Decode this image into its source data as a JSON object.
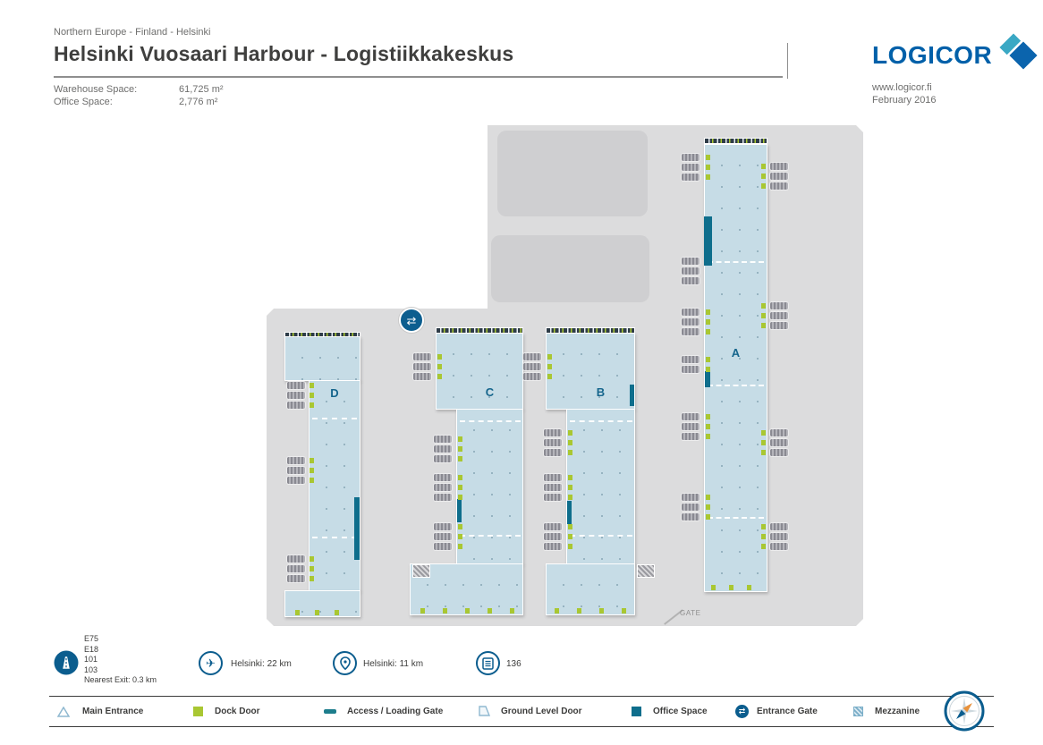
{
  "header": {
    "breadcrumb": "Northern Europe - Finland - Helsinki",
    "title": "Helsinki Vuosaari Harbour - Logistiikkakeskus",
    "stats": [
      {
        "label": "Warehouse Space:",
        "value": "61,725 m²"
      },
      {
        "label": "Office Space:",
        "value": "2,776 m²"
      }
    ],
    "logo_text": "LOGICOR",
    "website": "www.logicor.fi",
    "date": "February 2016"
  },
  "site_plan": {
    "buildings": [
      {
        "label": "A"
      },
      {
        "label": "B"
      },
      {
        "label": "C"
      },
      {
        "label": "D"
      }
    ],
    "gate_label": "GATE"
  },
  "info_row": {
    "motorway": {
      "lines": [
        "E75",
        "E18",
        "101",
        "103",
        "Nearest Exit: 0.3 km"
      ]
    },
    "airport": {
      "label": "Helsinki:  22 km"
    },
    "city": {
      "label": "Helsinki: 11 km"
    },
    "port": {
      "label": "136"
    }
  },
  "legend": {
    "items": [
      {
        "icon": "main-entrance-icon",
        "label": "Main Entrance"
      },
      {
        "icon": "dock-door-icon",
        "label": "Dock Door"
      },
      {
        "icon": "access-loading-gate-icon",
        "label": "Access / Loading Gate"
      },
      {
        "icon": "ground-level-door-icon",
        "label": "Ground Level Door"
      },
      {
        "icon": "office-space-icon",
        "label": "Office Space"
      },
      {
        "icon": "entrance-gate-icon",
        "label": "Entrance Gate"
      },
      {
        "icon": "mezzanine-icon",
        "label": "Mezzanine"
      }
    ]
  },
  "icons": {
    "entrance_gate_glyph": "⇄",
    "airplane_glyph": "✈"
  },
  "colors": {
    "accent_blue": "#0060a9",
    "icon_blue": "#0b5d8e",
    "building_fill": "#c6dce6",
    "dock_door_green": "#a9c732",
    "office_teal": "#0e6e8c",
    "land_gray": "#dcdcdd"
  }
}
